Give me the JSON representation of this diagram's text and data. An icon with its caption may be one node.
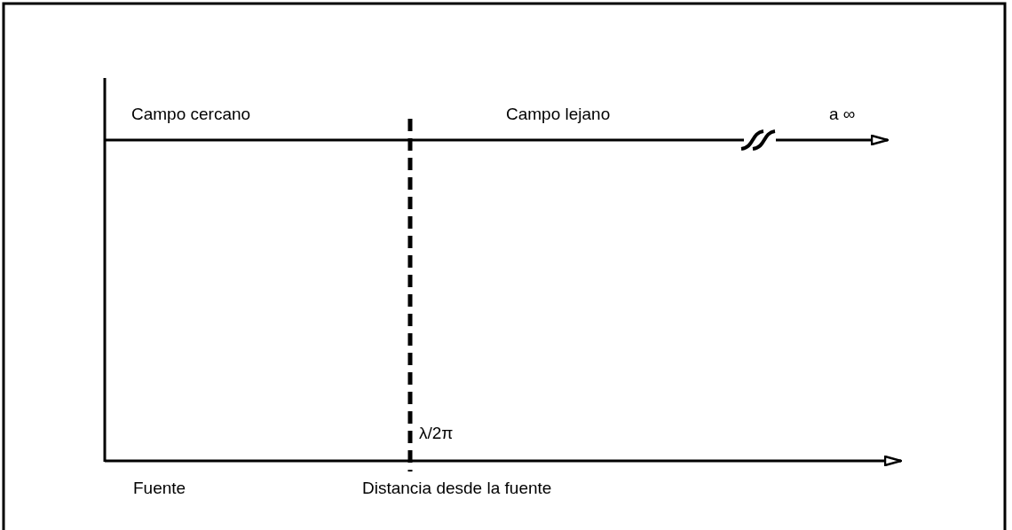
{
  "diagram": {
    "labels": [
      "Campo cercano",
      "Campo lejano",
      "a ∞",
      "λ/2π",
      "Fuente",
      "Distancia desde la fuente"
    ]
  }
}
